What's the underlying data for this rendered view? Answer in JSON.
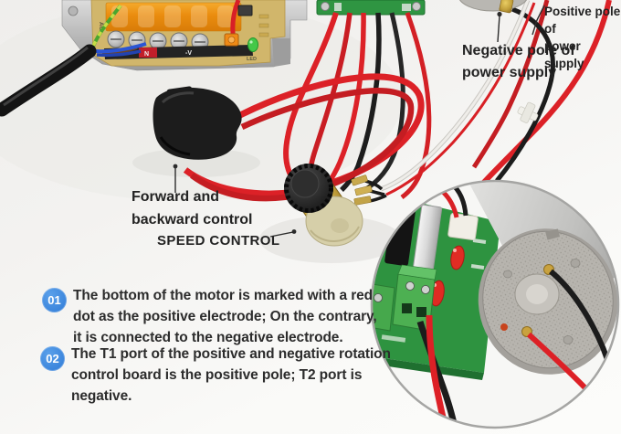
{
  "annotations": {
    "positive_pole": "Positive pole of\npower supply",
    "negative_pole": "Negative pole of\npower supply",
    "forward_backward": "Forward and\nbackward control",
    "speed_control": "SPEED CONTROL"
  },
  "notes": {
    "items": [
      {
        "num": "01",
        "text": "The bottom of the motor is marked with a red\ndot as the positive electrode; On the contrary,\nit is connected to the negative electrode."
      },
      {
        "num": "02",
        "text": "The T1 port of the positive and negative rotation\ncontrol board is the positive pole; T2 port is\nnegative."
      }
    ]
  },
  "power_supply": {
    "terminal_n": "N",
    "terminal_neg_v": "-V",
    "led_label": "LED",
    "side_label": "AC"
  },
  "colors": {
    "badge_blue": "#3b87e0",
    "wire_red": "#dc2127",
    "wire_black": "#1c1c1c",
    "pcb_green": "#2f9542",
    "psu_board_tan": "#d1b66b",
    "annotation_text": "#232323"
  }
}
